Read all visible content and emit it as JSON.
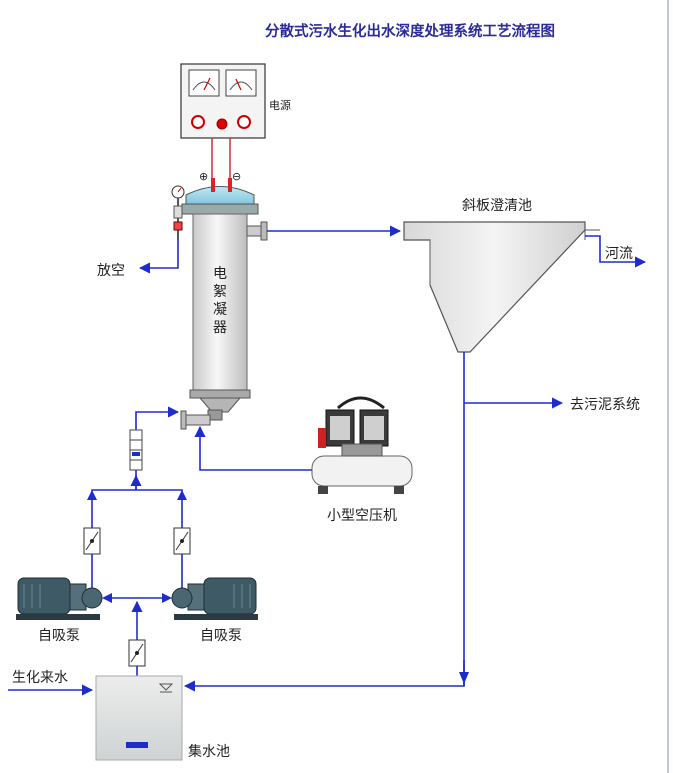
{
  "title": "分散式污水生化出水深度处理系统工艺流程图",
  "labels": {
    "power": "电源",
    "power_plus": "⊕",
    "power_minus": "⊖",
    "electro_coagulator": "电絮凝器",
    "vent": "放空",
    "clarifier": "斜板澄清池",
    "river": "河流",
    "sludge": "去污泥系统",
    "compressor": "小型空压机",
    "pump_left": "自吸泵",
    "pump_right": "自吸泵",
    "influent": "生化来水",
    "tank": "集水池"
  },
  "colors": {
    "flow_line": "#1f2ccc",
    "title": "#2a2a9a",
    "vessel": "#e8e8e8",
    "panel": "#f4f4f4",
    "pump_body": "#3e5a64",
    "tank_water": "#d9dcdc",
    "border_right": "#a8b4d8"
  }
}
